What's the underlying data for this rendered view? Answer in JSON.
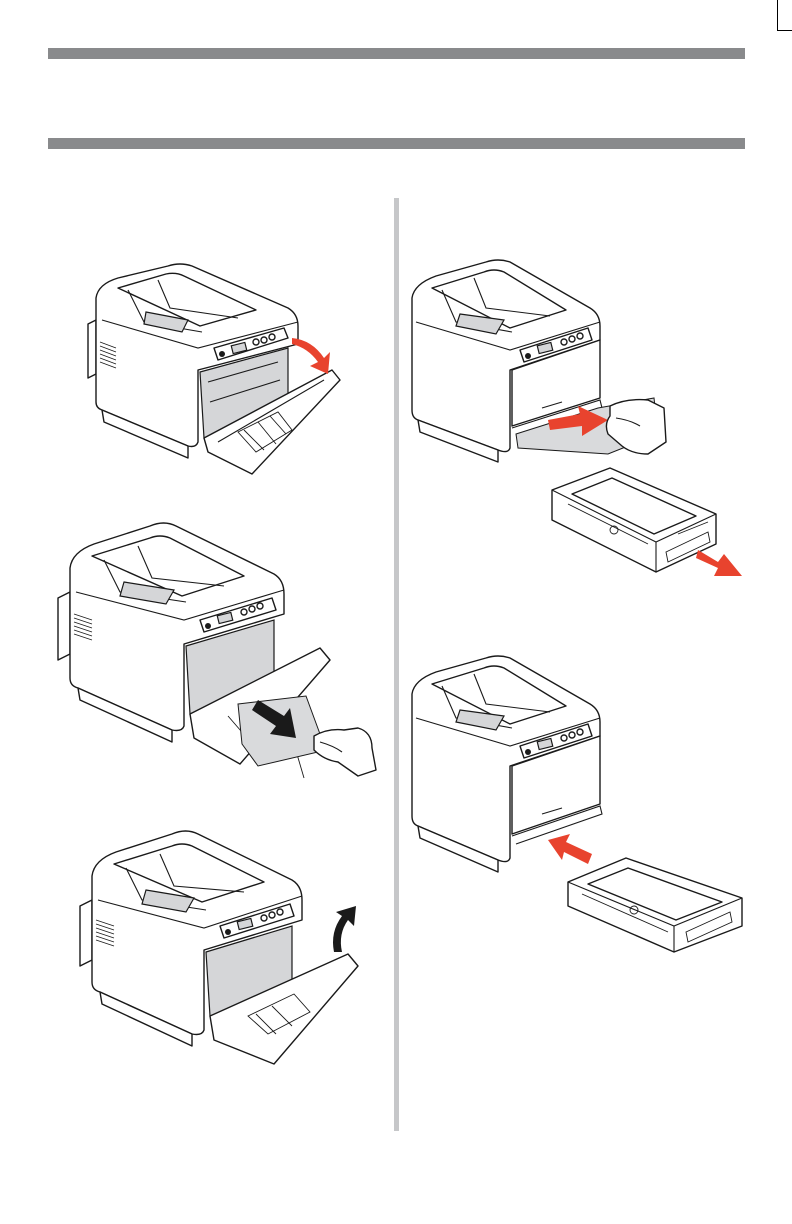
{
  "page": {
    "top_rule_color": "#898a8c",
    "divider_color": "#c6c7c9"
  },
  "illustrations": {
    "left": [
      {
        "name": "printer-front-cover-open",
        "arrow": "open-arrow-icon",
        "arrow_color": "#e8432e"
      },
      {
        "name": "printer-remove-jammed-paper",
        "arrow": "pull-out-arrow-icon",
        "arrow_color": "#1a1a1a"
      },
      {
        "name": "printer-close-front-cover",
        "arrow": "close-arrow-icon",
        "arrow_color": "#1a1a1a"
      }
    ],
    "right": [
      {
        "name": "printer-pull-paper-from-tray-slot",
        "arrow": "pull-arrow-icon",
        "arrow_color": "#e8432e"
      },
      {
        "name": "paper-tray-removed",
        "arrow": "remove-tray-arrow-icon",
        "arrow_color": "#e8432e"
      },
      {
        "name": "printer-insert-paper-tray",
        "arrow": "insert-arrow-icon",
        "arrow_color": "#e8432e"
      }
    ]
  }
}
